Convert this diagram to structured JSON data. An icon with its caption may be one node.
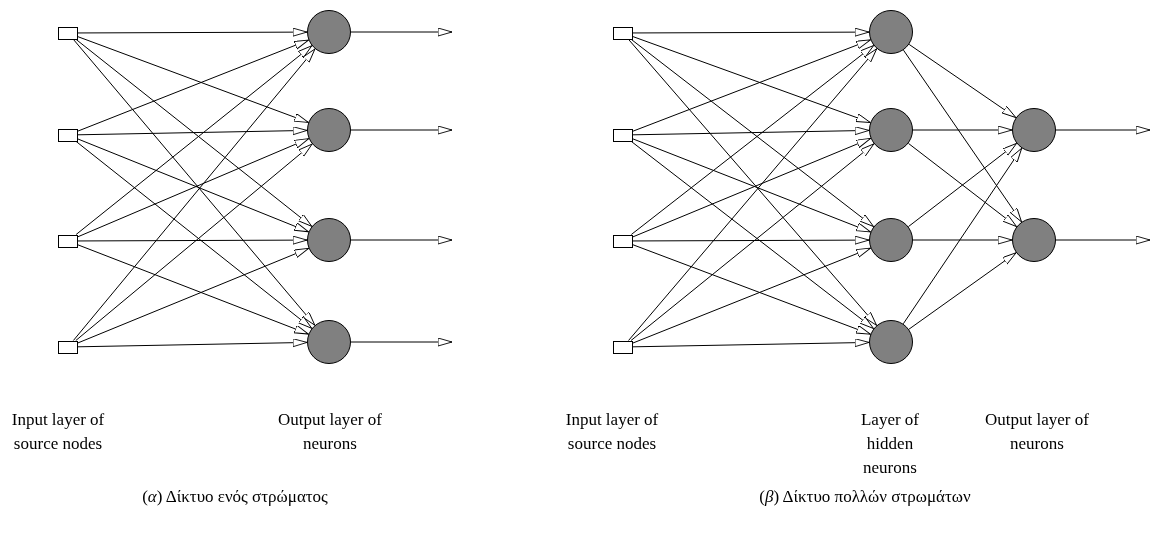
{
  "diagram": {
    "nodes": [
      {
        "text": [],
        "shape": "box"
      },
      {
        "text": [],
        "shape": "box"
      },
      {
        "text": [],
        "shape": "box"
      },
      {
        "text": [],
        "shape": "box"
      },
      {
        "text": [],
        "shape": "circle"
      },
      {
        "text": [],
        "shape": "circle"
      },
      {
        "text": [],
        "shape": "circle"
      },
      {
        "text": [],
        "shape": "circle"
      },
      {
        "text": [],
        "shape": "box"
      },
      {
        "text": [],
        "shape": "box"
      },
      {
        "text": [],
        "shape": "box"
      },
      {
        "text": [],
        "shape": "box"
      },
      {
        "text": [],
        "shape": "circle"
      },
      {
        "text": [],
        "shape": "circle"
      },
      {
        "text": [],
        "shape": "circle"
      },
      {
        "text": [],
        "shape": "circle"
      },
      {
        "text": [],
        "shape": "circle"
      },
      {
        "text": [],
        "shape": "circle"
      }
    ],
    "edges": [
      {
        "from": 0,
        "to": 4,
        "arrow": "to"
      },
      {
        "from": 0,
        "to": 5,
        "arrow": "to"
      },
      {
        "from": 0,
        "to": 6,
        "arrow": "to"
      },
      {
        "from": 0,
        "to": 7,
        "arrow": "to"
      },
      {
        "from": 1,
        "to": 4,
        "arrow": "to"
      },
      {
        "from": 1,
        "to": 5,
        "arrow": "to"
      },
      {
        "from": 1,
        "to": 6,
        "arrow": "to"
      },
      {
        "from": 1,
        "to": 7,
        "arrow": "to"
      },
      {
        "from": 2,
        "to": 4,
        "arrow": "to"
      },
      {
        "from": 2,
        "to": 5,
        "arrow": "to"
      },
      {
        "from": 2,
        "to": 6,
        "arrow": "to"
      },
      {
        "from": 2,
        "to": 7,
        "arrow": "to"
      },
      {
        "from": 3,
        "to": 4,
        "arrow": "to"
      },
      {
        "from": 3,
        "to": 5,
        "arrow": "to"
      },
      {
        "from": 3,
        "to": 6,
        "arrow": "to"
      },
      {
        "from": 3,
        "to": 7,
        "arrow": "to"
      },
      {
        "from": 4,
        "to": null,
        "arrow": "to"
      },
      {
        "from": 5,
        "to": null,
        "arrow": "to"
      },
      {
        "from": 6,
        "to": null,
        "arrow": "to"
      },
      {
        "from": 7,
        "to": null,
        "arrow": "to"
      },
      {
        "from": 8,
        "to": 12,
        "arrow": "to"
      },
      {
        "from": 8,
        "to": 13,
        "arrow": "to"
      },
      {
        "from": 8,
        "to": 14,
        "arrow": "to"
      },
      {
        "from": 8,
        "to": 15,
        "arrow": "to"
      },
      {
        "from": 9,
        "to": 12,
        "arrow": "to"
      },
      {
        "from": 9,
        "to": 13,
        "arrow": "to"
      },
      {
        "from": 9,
        "to": 14,
        "arrow": "to"
      },
      {
        "from": 9,
        "to": 15,
        "arrow": "to"
      },
      {
        "from": 10,
        "to": 12,
        "arrow": "to"
      },
      {
        "from": 10,
        "to": 13,
        "arrow": "to"
      },
      {
        "from": 10,
        "to": 14,
        "arrow": "to"
      },
      {
        "from": 10,
        "to": 15,
        "arrow": "to"
      },
      {
        "from": 11,
        "to": 12,
        "arrow": "to"
      },
      {
        "from": 11,
        "to": 13,
        "arrow": "to"
      },
      {
        "from": 11,
        "to": 14,
        "arrow": "to"
      },
      {
        "from": 11,
        "to": 15,
        "arrow": "to"
      },
      {
        "from": 12,
        "to": 16,
        "arrow": "to"
      },
      {
        "from": 12,
        "to": 17,
        "arrow": "to"
      },
      {
        "from": 13,
        "to": 16,
        "arrow": "to"
      },
      {
        "from": 13,
        "to": 17,
        "arrow": "to"
      },
      {
        "from": 14,
        "to": 16,
        "arrow": "to"
      },
      {
        "from": 14,
        "to": 17,
        "arrow": "to"
      },
      {
        "from": 15,
        "to": 16,
        "arrow": "to"
      },
      {
        "from": 15,
        "to": 17,
        "arrow": "to"
      },
      {
        "from": 16,
        "to": null,
        "arrow": "to"
      },
      {
        "from": 17,
        "to": null,
        "arrow": "to"
      }
    ],
    "labels": [
      "Input layer of source nodes",
      "Output layer of neurons",
      "Input layer of source nodes",
      "Layer of hidden neurons",
      "Output layer of neurons",
      "(*α*) Δίκτυο ενός στρώματος",
      "(*β*) Δίκτυο πολλών στρωμάτων"
    ]
  }
}
